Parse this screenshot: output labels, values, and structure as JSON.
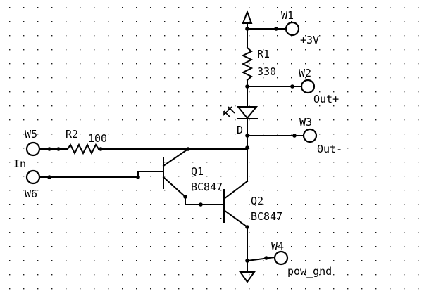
{
  "components": {
    "r1": {
      "ref": "R1",
      "value": "330"
    },
    "r2": {
      "ref": "R2",
      "value": "100"
    },
    "q1": {
      "ref": "Q1",
      "part": "BC847"
    },
    "q2": {
      "ref": "Q2",
      "part": "BC847"
    },
    "led": {
      "pin": "D"
    }
  },
  "terminals": {
    "w1": {
      "ref": "W1",
      "net": "+3V"
    },
    "w2": {
      "ref": "W2",
      "net": "Out+"
    },
    "w3": {
      "ref": "W3",
      "net": "Out-"
    },
    "w4": {
      "ref": "W4",
      "net": "pow_gnd"
    },
    "w5": {
      "ref": "W5"
    },
    "w6": {
      "ref": "W6",
      "net": "In"
    }
  }
}
